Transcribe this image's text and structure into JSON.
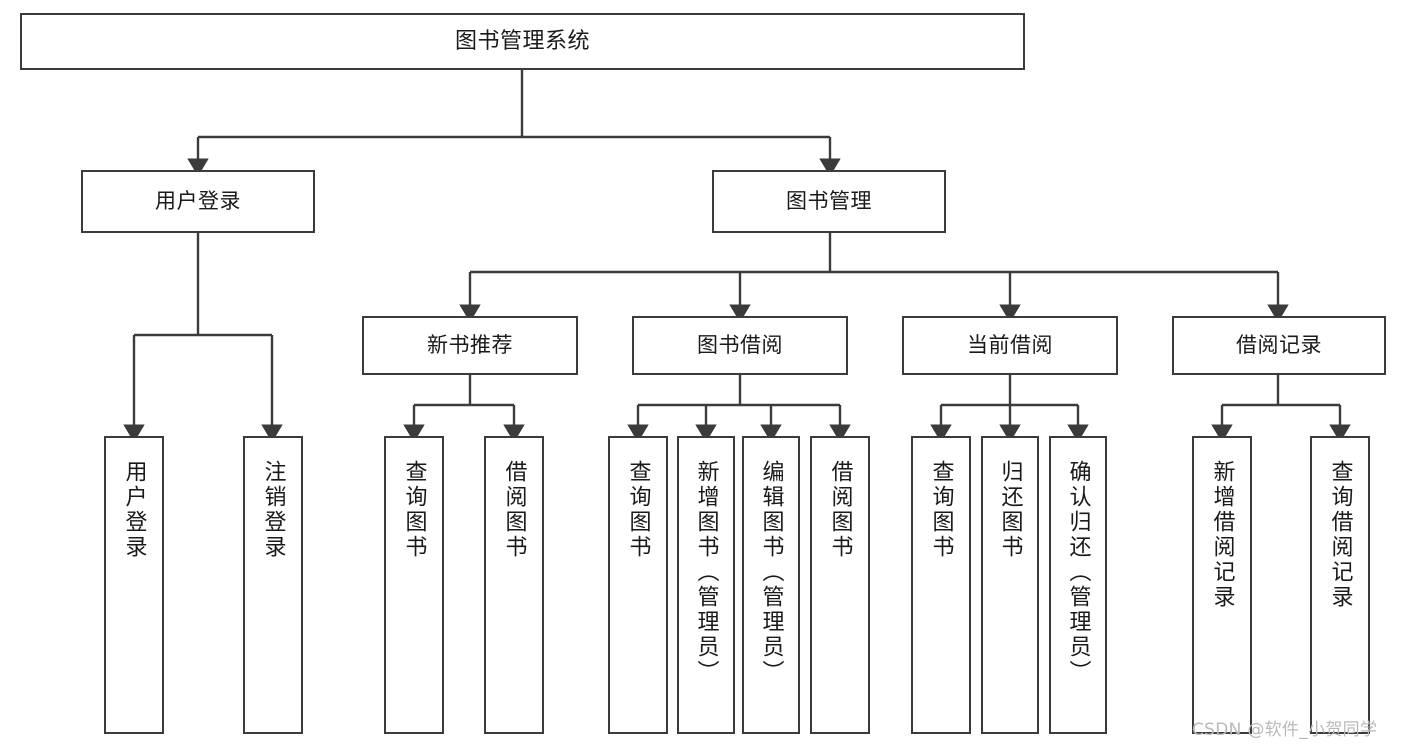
{
  "diagram": {
    "title": "图书管理系统",
    "type": "tree",
    "colors": {
      "box_border": "#3b3b3b",
      "box_fill": "#ffffff",
      "edge": "#3b3b3b",
      "text": "#1a1a1a",
      "watermark": "#b9b9b9",
      "background": "#ffffff"
    },
    "watermark": "CSDN @软件_小贺同学",
    "nodes": {
      "root": {
        "label": "图书管理系统"
      },
      "level1": [
        {
          "label": "用户登录"
        },
        {
          "label": "图书管理"
        }
      ],
      "level2": [
        {
          "label": "新书推荐"
        },
        {
          "label": "图书借阅"
        },
        {
          "label": "当前借阅"
        },
        {
          "label": "借阅记录"
        }
      ],
      "leaves_user_login": [
        {
          "label": "用户登录"
        },
        {
          "label": "注销登录"
        }
      ],
      "leaves_new_book": [
        {
          "label": "查询图书"
        },
        {
          "label": "借阅图书"
        }
      ],
      "leaves_borrow": [
        {
          "label": "查询图书"
        },
        {
          "label": "新增图书（管理员）"
        },
        {
          "label": "编辑图书（管理员）"
        },
        {
          "label": "借阅图书"
        }
      ],
      "leaves_current": [
        {
          "label": "查询图书"
        },
        {
          "label": "归还图书"
        },
        {
          "label": "确认归还（管理员）"
        }
      ],
      "leaves_records": [
        {
          "label": "新增借阅记录"
        },
        {
          "label": "查询借阅记录"
        }
      ]
    }
  }
}
